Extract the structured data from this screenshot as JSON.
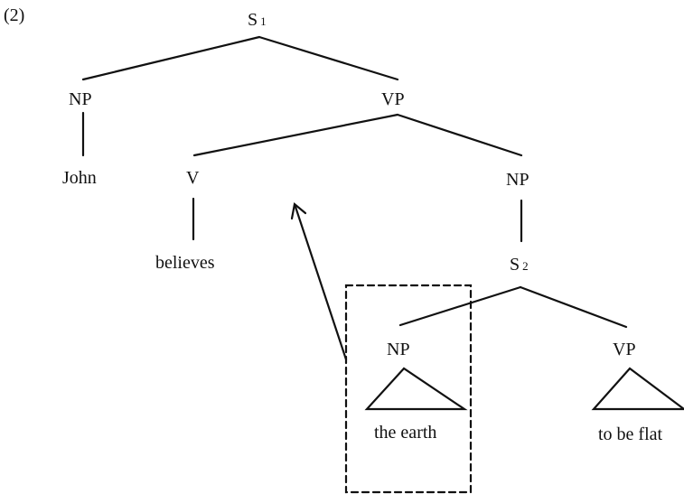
{
  "example_number": "(2)",
  "nodes": {
    "s1": {
      "label": "S",
      "sub": "1"
    },
    "np_subj": {
      "label": "NP"
    },
    "vp_main": {
      "label": "VP"
    },
    "john": {
      "label": "John"
    },
    "v": {
      "label": "V"
    },
    "np_obj": {
      "label": "NP"
    },
    "believes": {
      "label": "believes"
    },
    "s2": {
      "label": "S",
      "sub": "2"
    },
    "np_embedded": {
      "label": "NP"
    },
    "vp_embedded": {
      "label": "VP"
    },
    "the_earth": {
      "label": "the earth"
    },
    "to_be_flat": {
      "label": "to be flat"
    }
  }
}
